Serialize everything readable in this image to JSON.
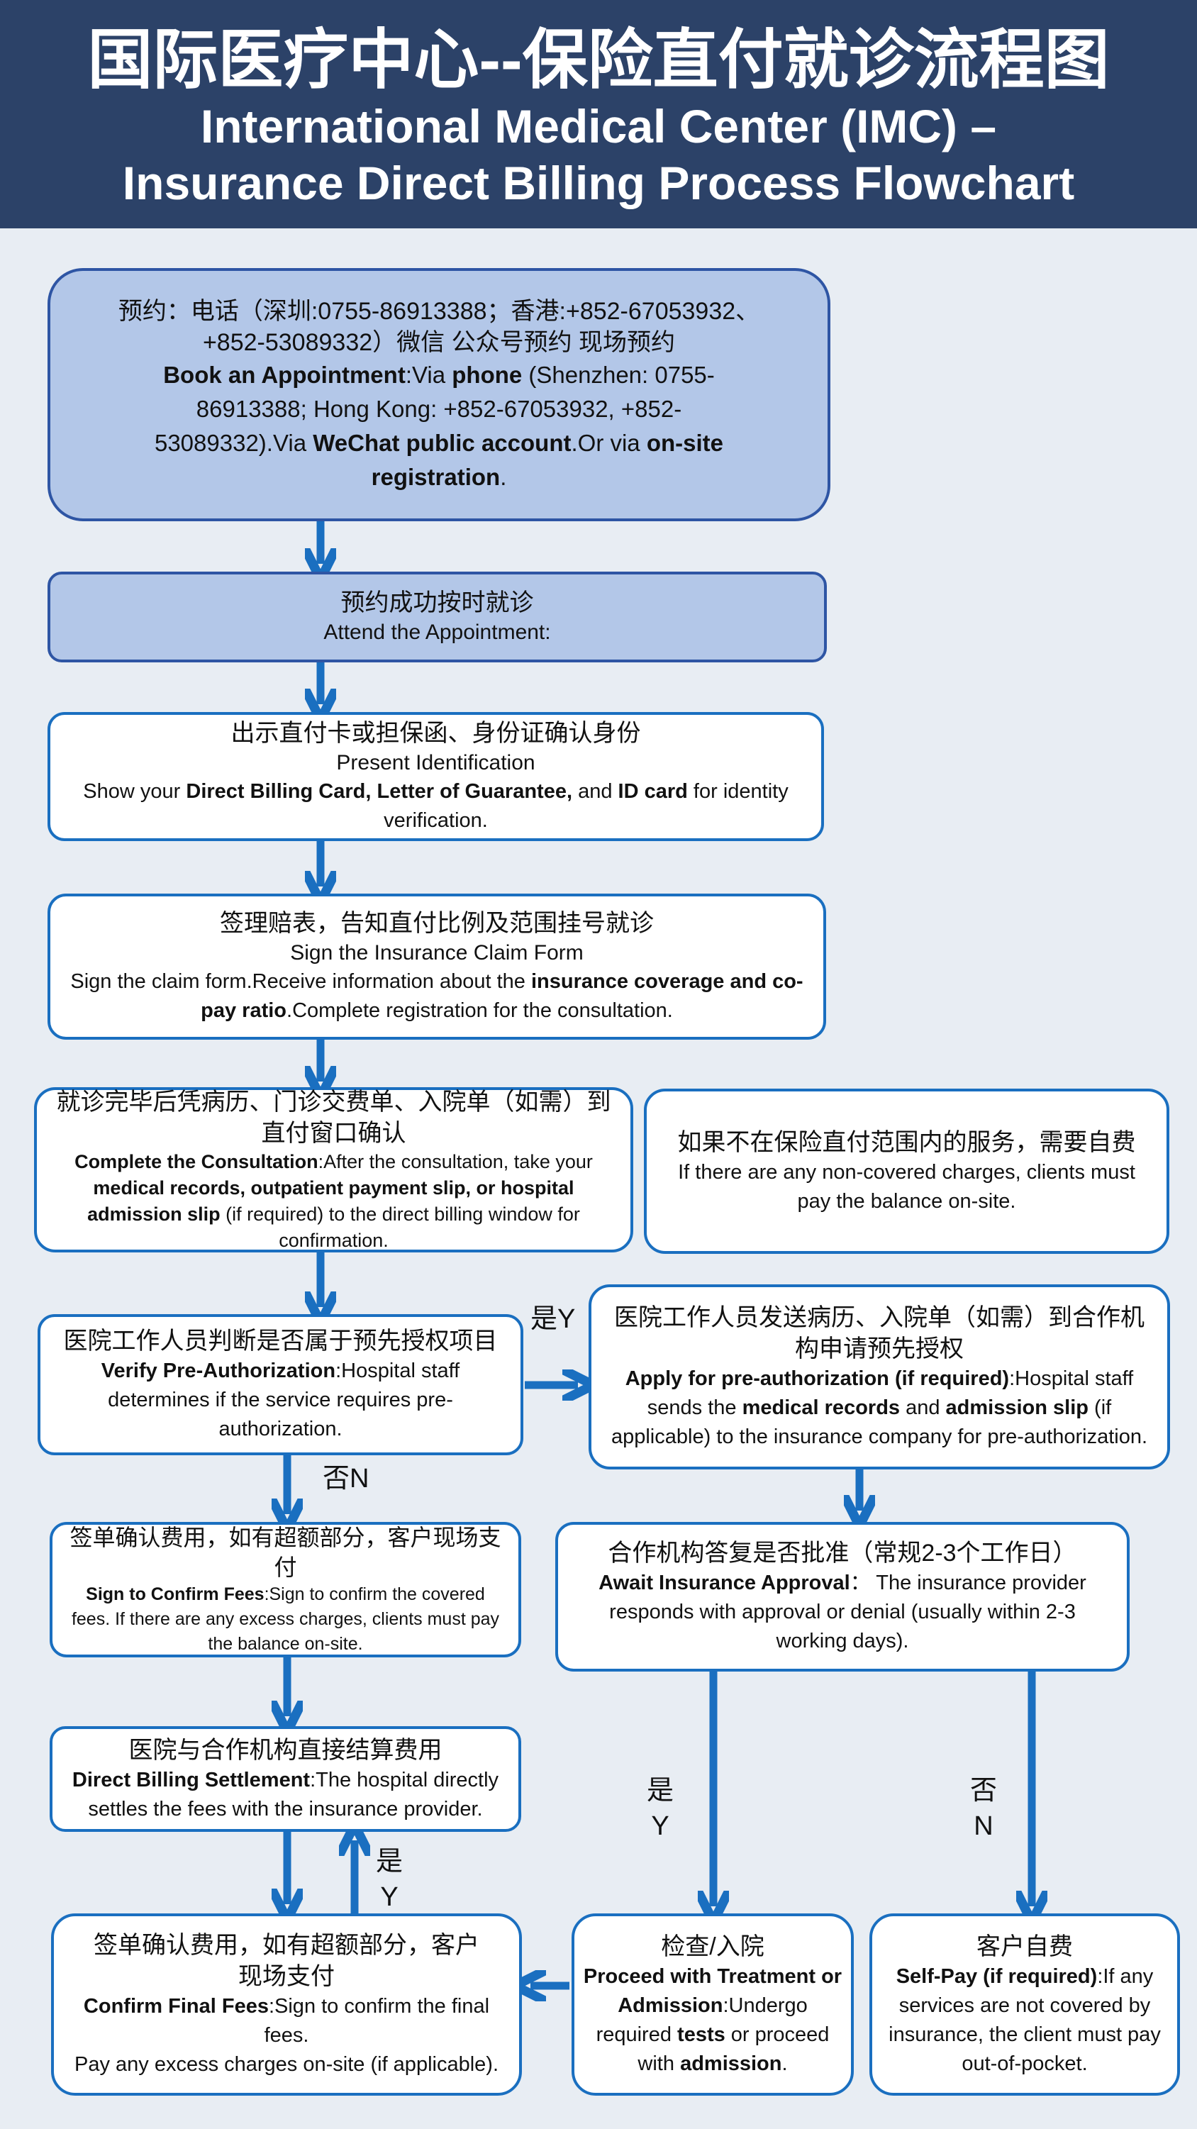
{
  "header": {
    "title_zh": "国际医疗中心--保险直付就诊流程图",
    "title_en_line1": "International Medical Center (IMC) –",
    "title_en_line2": "Insurance Direct Billing Process Flowchart"
  },
  "steps": {
    "appointment": {
      "zh_line1": "预约：电话（深圳:0755-86913388；香港:+852-67053932、",
      "zh_line2": "+852-53089332）微信 公众号预约 现场预约",
      "en_bold1": "Book an Appointment",
      "en_t1": ":Via ",
      "en_bold2": "phone",
      "en_t2": " (Shenzhen: 0755-86913388; Hong Kong: +852-67053932, +852-53089332).Via ",
      "en_bold3": "WeChat public account",
      "en_t3": ".Or via ",
      "en_bold4": "on-site registration",
      "en_t4": "."
    },
    "attend": {
      "zh": "预约成功按时就诊",
      "en": "Attend the Appointment:"
    },
    "identify": {
      "zh": "出示直付卡或担保函、身份证确认身份",
      "en_title": "Present Identification",
      "t1": "Show your ",
      "b1": "Direct Billing Card, Letter of Guarantee,",
      "t2": " and ",
      "b2": "ID card",
      "t3": " for identity verification."
    },
    "claim_form": {
      "zh": "签理赔表，告知直付比例及范围挂号就诊",
      "en_title": "Sign the Insurance Claim Form",
      "t1": "Sign the claim form.Receive information about the ",
      "b1": "insurance coverage and co-pay ratio",
      "t2": ".Complete registration for the consultation."
    },
    "consultation": {
      "zh": "就诊完毕后凭病历、门诊交费单、入院单（如需）到直付窗口确认",
      "b1": "Complete the Consultation",
      "t1": ":After the consultation, take your ",
      "b2": "medical records, outpatient payment slip, or hospital admission slip",
      "t2": " (if required) to the direct billing window for confirmation."
    },
    "non_covered": {
      "zh": "如果不在保险直付范围内的服务，需要自费",
      "en": "If there are any non-covered charges, clients must pay the balance on-site."
    },
    "verify_preauth": {
      "zh": "医院工作人员判断是否属于预先授权项目",
      "b1": "Verify Pre-Authorization",
      "t1": ":Hospital staff determines if the service requires pre-authorization."
    },
    "apply_preauth": {
      "zh": "医院工作人员发送病历、入院单（如需）到合作机构申请预先授权",
      "b1": "Apply for pre-authorization (if required)",
      "t1": ":Hospital staff sends the ",
      "b2": "medical records",
      "t2": " and ",
      "b3": "admission slip",
      "t3": " (if applicable) to the insurance company for pre-authorization."
    },
    "sign_confirm": {
      "zh": "签单确认费用，如有超额部分，客户现场支付",
      "b1": "Sign to Confirm Fees",
      "t1": ":Sign to confirm the covered fees. If there are any excess charges, clients must pay the balance on-site."
    },
    "await_approval": {
      "zh": "合作机构答复是否批准（常规2-3个工作日）",
      "b1": "Await Insurance Approval",
      "t1": "：  The insurance provider responds with approval or denial (usually within 2-3 working days)."
    },
    "settlement": {
      "zh": "医院与合作机构直接结算费用",
      "b1": "Direct Billing Settlement",
      "t1": ":The hospital directly settles the fees with the insurance provider."
    },
    "final_fees": {
      "zh": "签单确认费用，如有超额部分，客户现场支付",
      "b1": "Confirm Final Fees",
      "t1": ":Sign to confirm the final fees.",
      "t2": "Pay any excess charges on-site (if applicable)."
    },
    "treatment": {
      "zh": "检查/入院",
      "b1": "Proceed with Treatment or Admission",
      "t1": ":Undergo required ",
      "b2": "tests",
      "t2": " or proceed with ",
      "b3": "admission",
      "t3": "."
    },
    "self_pay": {
      "zh": "客户自费",
      "b1": "Self-Pay (if required)",
      "t1": ":If any services are not covered by insurance, the client must pay out-of-pocket."
    }
  },
  "labels": {
    "yes_preauth": "是Y",
    "no_preauth": "否N",
    "yes_approval_zh": "是",
    "yes_approval_en": "Y",
    "no_approval_zh": "否",
    "no_approval_en": "N",
    "yes_settle_zh": "是",
    "yes_settle_en": "Y"
  },
  "colors": {
    "header_bg": "#2c4268",
    "box_border": "#1a6fc0",
    "fill_box": "#b3c7e8",
    "arrow": "#1a6fc0",
    "page_bg": "#e8edf3"
  }
}
